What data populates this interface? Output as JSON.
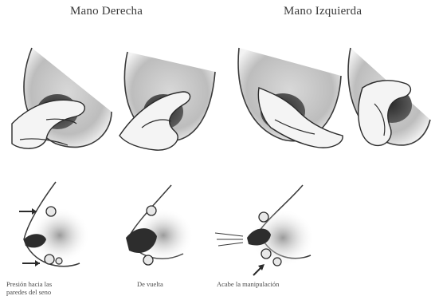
{
  "headings": {
    "right_hand": "Mano Derecha",
    "left_hand": "Mano Izquierda"
  },
  "captions": {
    "step1_line1": "Presión hacia las",
    "step1_line2": "paredes del seno",
    "step2": "De vuelta",
    "step3": "Acabe la manipulación"
  },
  "colors": {
    "ink": "#2b2b2b",
    "shade": "#8a8a8a",
    "background": "#ffffff"
  }
}
